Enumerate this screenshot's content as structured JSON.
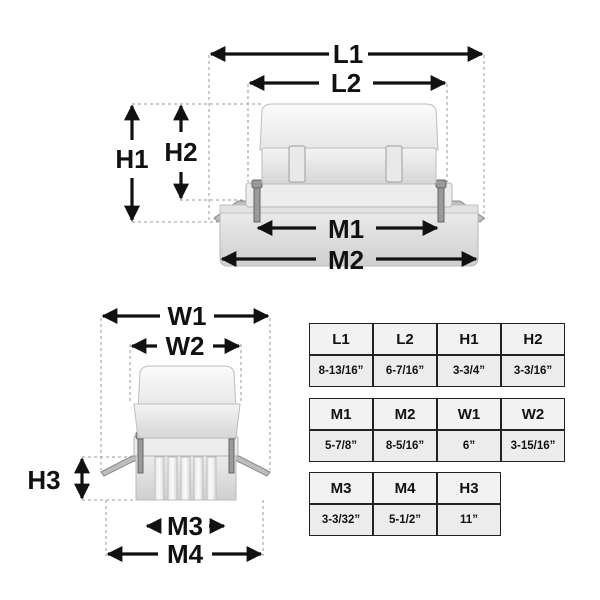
{
  "dimension_labels": {
    "L1": "L1",
    "L2": "L2",
    "H1": "H1",
    "H2": "H2",
    "M1": "M1",
    "M2": "M2",
    "W1": "W1",
    "W2": "W2",
    "H3": "H3",
    "M3": "M3",
    "M4": "M4"
  },
  "spec_tables": [
    {
      "headers": [
        "L1",
        "L2",
        "H1",
        "H2"
      ],
      "values": [
        "8-13/16”",
        "6-7/16”",
        "3-3/4”",
        "3-3/16”"
      ]
    },
    {
      "headers": [
        "M1",
        "M2",
        "W1",
        "W2"
      ],
      "values": [
        "5-7/8”",
        "8-5/16”",
        "6”",
        "3-15/16”"
      ]
    },
    {
      "headers": [
        "M3",
        "M4",
        "H3"
      ],
      "values": [
        "3-3/32”",
        "5-1/2”",
        "11”"
      ]
    }
  ]
}
